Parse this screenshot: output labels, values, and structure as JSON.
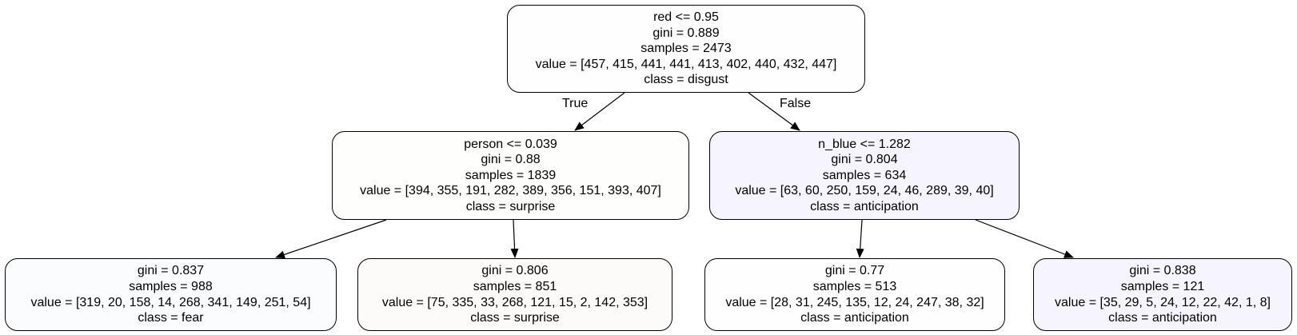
{
  "nodes": {
    "root": {
      "split": "red <= 0.95",
      "gini": "gini = 0.889",
      "samples": "samples = 2473",
      "value": "value = [457, 415, 441, 441, 413, 402, 440, 432, 447]",
      "class": "class = disgust",
      "fill": "#fefeff"
    },
    "left": {
      "split": "person <= 0.039",
      "gini": "gini = 0.88",
      "samples": "samples = 1839",
      "value": "value = [394, 355, 191, 282, 389, 356, 151, 393, 407]",
      "class": "class = surprise",
      "fill": "#fefefd"
    },
    "right": {
      "split": "n_blue <= 1.282",
      "gini": "gini = 0.804",
      "samples": "samples = 634",
      "value": "value = [63, 60, 250, 159, 24, 46, 289, 39, 40]",
      "class": "class = anticipation",
      "fill": "#f6f4fe"
    },
    "left_left": {
      "gini": "gini = 0.837",
      "samples": "samples = 988",
      "value": "value = [319, 20, 158, 14, 268, 341, 149, 251, 54]",
      "class": "class = fear",
      "fill": "#fbfcfe"
    },
    "left_right": {
      "gini": "gini = 0.806",
      "samples": "samples = 851",
      "value": "value = [75, 335, 33, 268, 121, 15, 2, 142, 353]",
      "class": "class = surprise",
      "fill": "#fcfbf9"
    },
    "right_left": {
      "gini": "gini = 0.77",
      "samples": "samples = 513",
      "value": "value = [28, 31, 245, 135, 12, 24, 247, 38, 32]",
      "class": "class = anticipation",
      "fill": "#fffeff"
    },
    "right_right": {
      "gini": "gini = 0.838",
      "samples": "samples = 121",
      "value": "value = [35, 29, 5, 24, 12, 22, 42, 1, 8]",
      "class": "class = anticipation",
      "fill": "#f6f4fe"
    }
  },
  "edge_labels": {
    "true": "True",
    "false": "False"
  },
  "colors": {
    "edge": "#000000",
    "border": "#000000",
    "background": "#ffffff"
  }
}
